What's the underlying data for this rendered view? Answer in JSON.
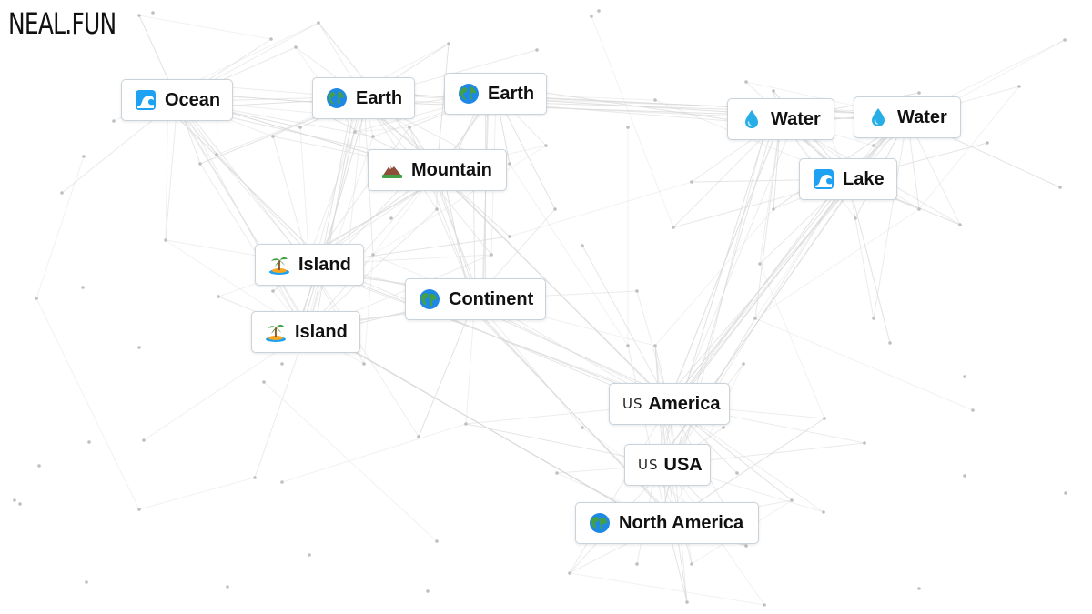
{
  "brand": {
    "logo_text": "NEAL.FUN"
  },
  "canvas": {
    "tiles": [
      {
        "id": "ocean",
        "label": "Ocean",
        "icon": "wave-icon"
      },
      {
        "id": "earth-1",
        "label": "Earth",
        "icon": "globe-icon"
      },
      {
        "id": "earth-2",
        "label": "Earth",
        "icon": "globe-icon"
      },
      {
        "id": "water-1",
        "label": "Water",
        "icon": "droplet-icon"
      },
      {
        "id": "water-2",
        "label": "Water",
        "icon": "droplet-icon"
      },
      {
        "id": "mountain",
        "label": "Mountain",
        "icon": "mountain-icon"
      },
      {
        "id": "lake",
        "label": "Lake",
        "icon": "wave-icon"
      },
      {
        "id": "island-1",
        "label": "Island",
        "icon": "palm-island-icon"
      },
      {
        "id": "continent",
        "label": "Continent",
        "icon": "globe-icon"
      },
      {
        "id": "island-2",
        "label": "Island",
        "icon": "palm-island-icon"
      },
      {
        "id": "america",
        "label": "America",
        "icon": "us-flag-icon",
        "icon_text": "US"
      },
      {
        "id": "usa",
        "label": "USA",
        "icon": "us-flag-icon",
        "icon_text": "US"
      },
      {
        "id": "north-america",
        "label": "North America",
        "icon": "globe-icon"
      }
    ]
  },
  "colors": {
    "tile_border": "#c9d3dc",
    "tile_background": "#ffffff",
    "line": "#d9d9d9",
    "dot": "#bfbfbf",
    "wave": "#1da1f2",
    "droplet": "#27aee6",
    "globe_water": "#1e88e5",
    "globe_land": "#43a047",
    "mountain": "#8d4f3a",
    "palm": "#43a047",
    "sand": "#f5a623"
  }
}
